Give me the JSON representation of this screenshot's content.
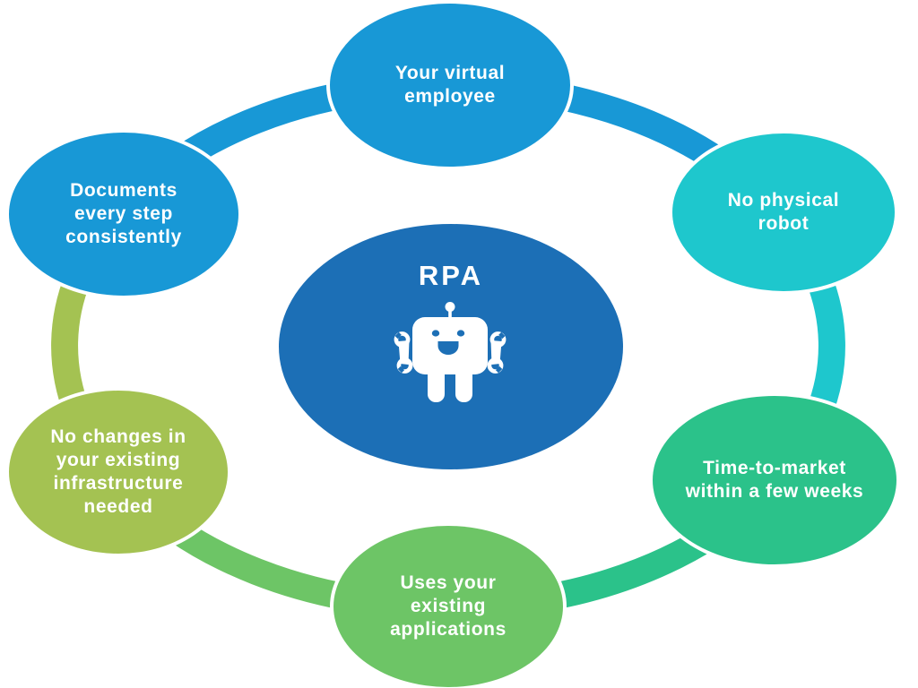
{
  "diagram": {
    "title": "RPA",
    "background_color": "#ffffff",
    "text_color": "#ffffff"
  },
  "center": {
    "label": "RPA",
    "icon": "robot-icon",
    "color": "#1C6FB6"
  },
  "nodes": [
    {
      "id": "top",
      "label": "Your virtual\nemployee",
      "color": "#1898D6"
    },
    {
      "id": "top-right",
      "label": "No physical\nrobot",
      "color": "#1EC7CD"
    },
    {
      "id": "bottom-right",
      "label": "Time-to-market\nwithin a few weeks",
      "color": "#2BC28A"
    },
    {
      "id": "bottom",
      "label": "Uses your\nexisting\napplications",
      "color": "#6DC566"
    },
    {
      "id": "bottom-left",
      "label": "No changes in\nyour existing\ninfrastructure\nneeded",
      "color": "#A4C252"
    },
    {
      "id": "top-left",
      "label": "Documents\nevery step\nconsistently",
      "color": "#1898D6"
    }
  ],
  "ring": {
    "segments": [
      {
        "from": "top",
        "to": "top-right",
        "color": "#1898D6"
      },
      {
        "from": "top-right",
        "to": "bottom-right",
        "color": "#1EC7CD"
      },
      {
        "from": "bottom-right",
        "to": "bottom",
        "color": "#2BC28A"
      },
      {
        "from": "bottom",
        "to": "bottom-left",
        "color": "#6DC566"
      },
      {
        "from": "bottom-left",
        "to": "top-left",
        "color": "#A4C252"
      },
      {
        "from": "top-left",
        "to": "top",
        "color": "#1898D6"
      }
    ]
  }
}
